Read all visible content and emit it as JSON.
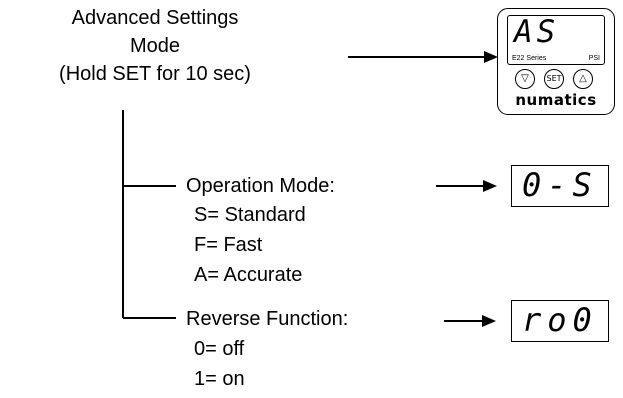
{
  "root": {
    "title_line1": "Advanced Settings",
    "title_line2": "Mode",
    "title_line3": "(Hold SET for 10 sec)"
  },
  "device": {
    "screen_text": "AS",
    "series_label": "E22 Series",
    "unit_label": "PSI",
    "down_button": "▽",
    "set_button": "SET",
    "up_button": "△",
    "brand": "numatics"
  },
  "operation_mode": {
    "label": "Operation Mode:",
    "options": [
      "S= Standard",
      "F= Fast",
      "A= Accurate"
    ],
    "display": "0-S"
  },
  "reverse_function": {
    "label": "Reverse Function:",
    "options": [
      "0= off",
      "1= on"
    ],
    "display": "ro0"
  }
}
